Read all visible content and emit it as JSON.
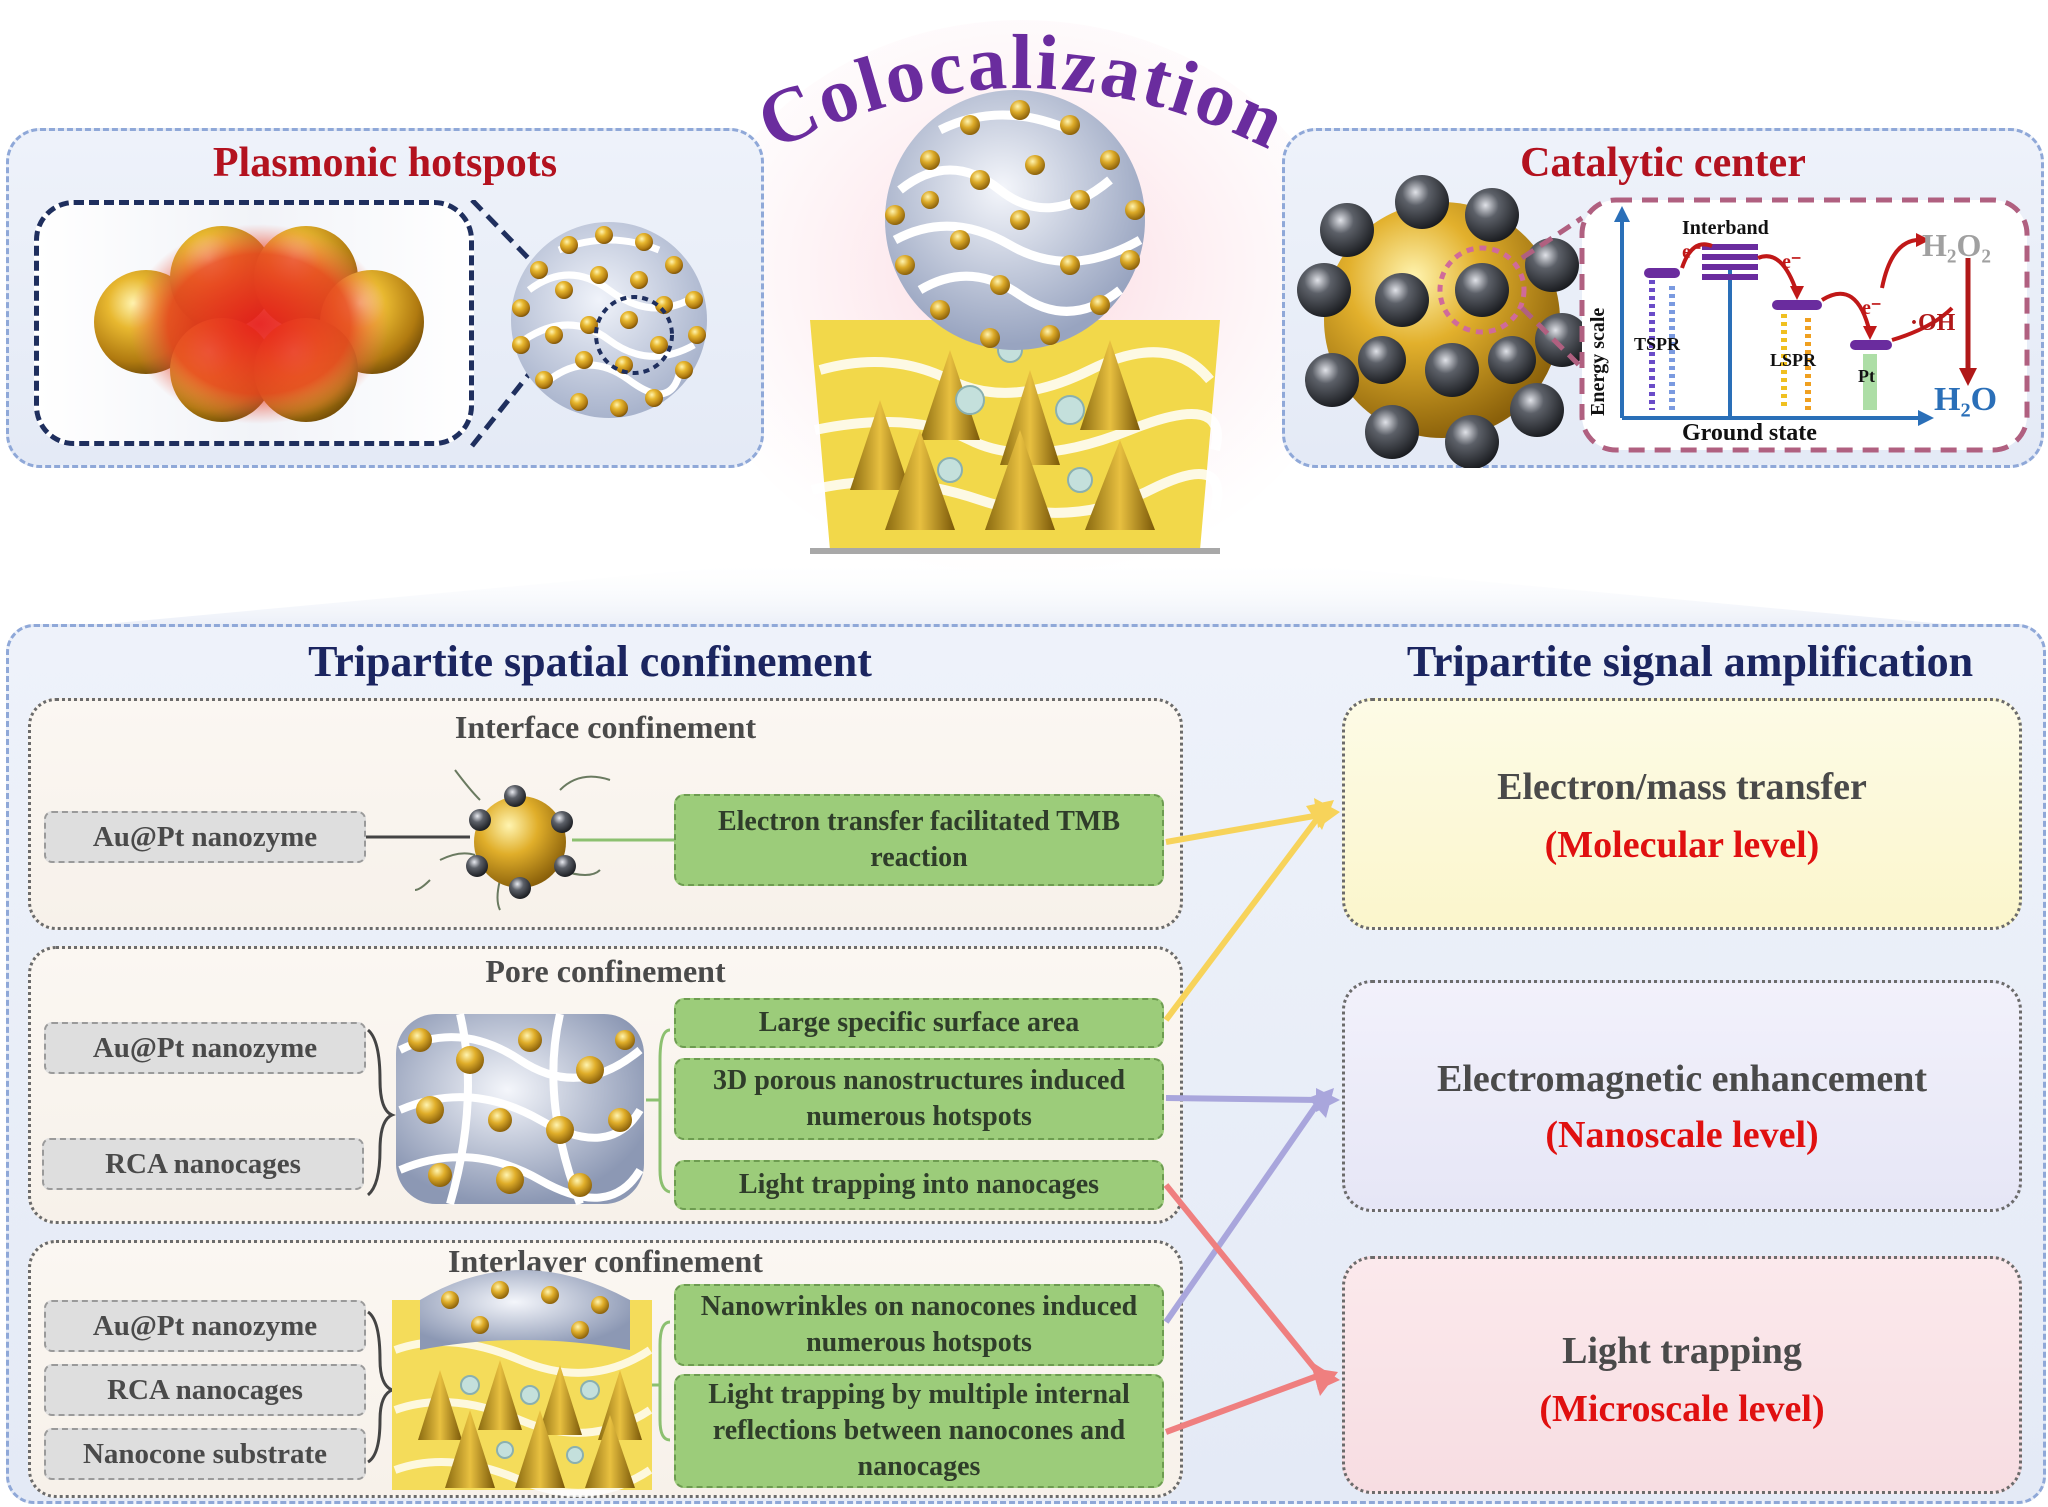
{
  "center_title": "Colocalization",
  "plasmonic": {
    "title": "Plasmonic hotspots"
  },
  "catalytic": {
    "title": "Catalytic center",
    "energy_axis": "Energy scale",
    "ground_state": "Ground state",
    "interband": "Interband",
    "tspr": "TSPR",
    "lspr": "LSPR",
    "pt": "Pt",
    "electron": "e⁻",
    "h2o2": "H₂O₂",
    "oh": "·OH",
    "h2o": "H₂O"
  },
  "confinement": {
    "title": "Tripartite spatial confinement",
    "interface": {
      "title": "Interface confinement",
      "labels": [
        "Au@Pt nanozyme"
      ],
      "effects": [
        "Electron transfer facilitated TMB reaction"
      ]
    },
    "pore": {
      "title": "Pore confinement",
      "labels": [
        "Au@Pt nanozyme",
        "RCA nanocages"
      ],
      "effects": [
        "Large specific surface area",
        "3D porous nanostructures induced numerous hotspots",
        "Light trapping into nanocages"
      ]
    },
    "interlayer": {
      "title": "Interlayer confinement",
      "labels": [
        "Au@Pt nanozyme",
        "RCA nanocages",
        "Nanocone substrate"
      ],
      "effects": [
        "Nanowrinkles on nanocones induced numerous hotspots",
        "Light trapping by multiple internal reflections between nanocones and nanocages"
      ]
    }
  },
  "amplification": {
    "title": "Tripartite signal amplification",
    "items": [
      {
        "main": "Electron/mass transfer",
        "level": "(Molecular level)"
      },
      {
        "main": "Electromagnetic enhancement",
        "level": "(Nanoscale level)"
      },
      {
        "main": "Light trapping",
        "level": "(Microscale level)"
      }
    ]
  },
  "colors": {
    "arrow_yellow": "#f7d35a",
    "arrow_purple": "#a9a6dc",
    "arrow_red": "#ef7f7f",
    "title_red": "#b3121f",
    "title_navy": "#1b2560",
    "colocalization_purple": "#6a2c9e",
    "effect_green": "#9ccc7a"
  }
}
